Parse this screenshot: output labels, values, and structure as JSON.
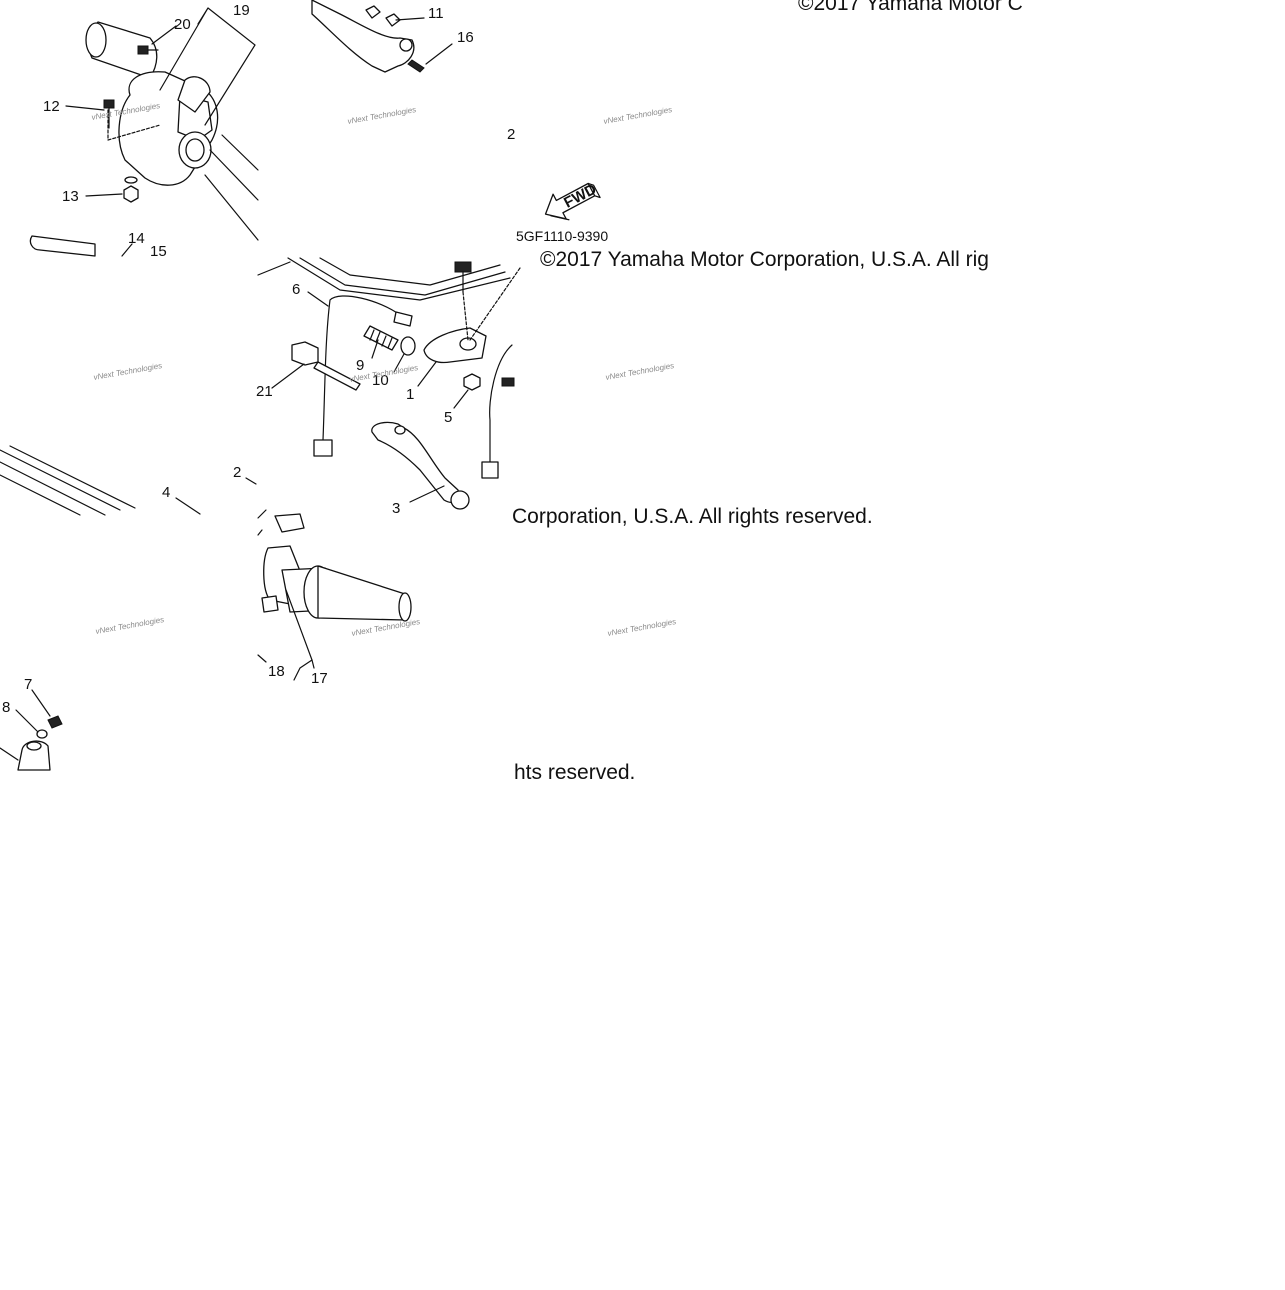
{
  "diagram": {
    "part_code": "5GF1110-9390",
    "fwd_label": "FWD",
    "copyright_lines": [
      "©2017 Yamaha Motor C",
      "©2017 Yamaha Motor Corporation, U.S.A. All rig",
      "Corporation, U.S.A. All rights reserved.",
      "hts reserved."
    ],
    "watermark_text": "vNext Technologies",
    "callouts": [
      "1",
      "2",
      "3",
      "4",
      "5",
      "6",
      "7",
      "8",
      "9",
      "10",
      "11",
      "12",
      "13",
      "14",
      "15",
      "16",
      "17",
      "18",
      "19",
      "20",
      "21",
      "2"
    ]
  }
}
